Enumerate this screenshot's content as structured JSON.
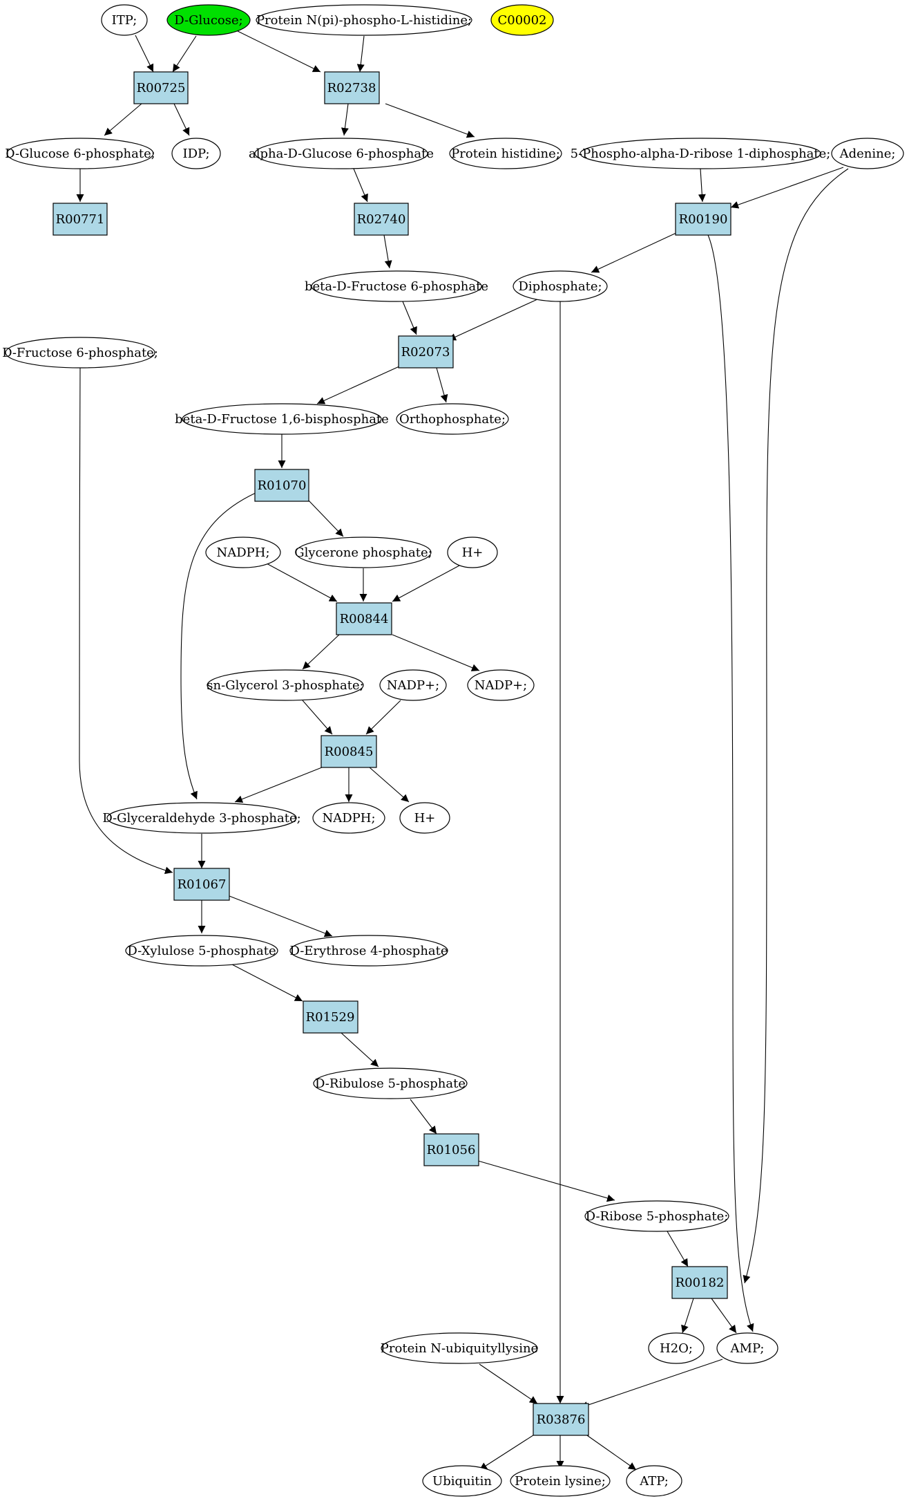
{
  "colors": {
    "reaction_fill": "#add8e6",
    "compound_fill": "#ffffff",
    "start_fill": "#00e000",
    "target_fill": "#ffff00",
    "stroke": "#000000"
  },
  "compounds": {
    "itp": "ITP;",
    "d_glucose": "D-Glucose;",
    "protein_n_pi_phospho_l_histidine": "Protein N(pi)-phospho-L-histidine;",
    "c00002": "C00002",
    "d_glucose_6_phosphate": "D-Glucose 6-phosphate;",
    "idp": "IDP;",
    "alpha_d_glucose_6_phosphate": "alpha-D-Glucose 6-phosphate",
    "protein_histidine": "Protein histidine;",
    "prpp": "5-Phospho-alpha-D-ribose 1-diphosphate;",
    "adenine": "Adenine;",
    "beta_d_fructose_6_phosphate": "beta-D-Fructose 6-phosphate",
    "diphosphate": "Diphosphate;",
    "d_fructose_6_phosphate": "D-Fructose 6-phosphate;",
    "beta_d_fructose_1_6_bisphosphate": "beta-D-Fructose 1,6-bisphosphate",
    "orthophosphate": "Orthophosphate;",
    "nadph_in": "NADPH;",
    "glycerone_phosphate": "Glycerone phosphate;",
    "h_plus_in": "H+",
    "sn_glycerol_3_phosphate": "sn-Glycerol 3-phosphate;",
    "nadp_plus_in": "NADP+;",
    "nadp_plus_out": "NADP+;",
    "d_glyceraldehyde_3_phosphate": "D-Glyceraldehyde 3-phosphate;",
    "nadph_out": "NADPH;",
    "h_plus_out": "H+",
    "d_xylulose_5_phosphate": "D-Xylulose 5-phosphate",
    "d_erythrose_4_phosphate": "D-Erythrose 4-phosphate",
    "d_ribulose_5_phosphate": "D-Ribulose 5-phosphate",
    "d_ribose_5_phosphate": "D-Ribose 5-phosphate;",
    "h2o": "H2O;",
    "amp": "AMP;",
    "protein_n_ubiquityllysine": "Protein N-ubiquityllysine",
    "ubiquitin": "Ubiquitin",
    "protein_lysine": "Protein lysine;",
    "atp": "ATP;"
  },
  "reactions": {
    "r00725": "R00725",
    "r02738": "R02738",
    "r00771": "R00771",
    "r02740": "R02740",
    "r00190": "R00190",
    "r02073": "R02073",
    "r01070": "R01070",
    "r00844": "R00844",
    "r00845": "R00845",
    "r01067": "R01067",
    "r01529": "R01529",
    "r01056": "R01056",
    "r00182": "R00182",
    "r03876": "R03876"
  }
}
